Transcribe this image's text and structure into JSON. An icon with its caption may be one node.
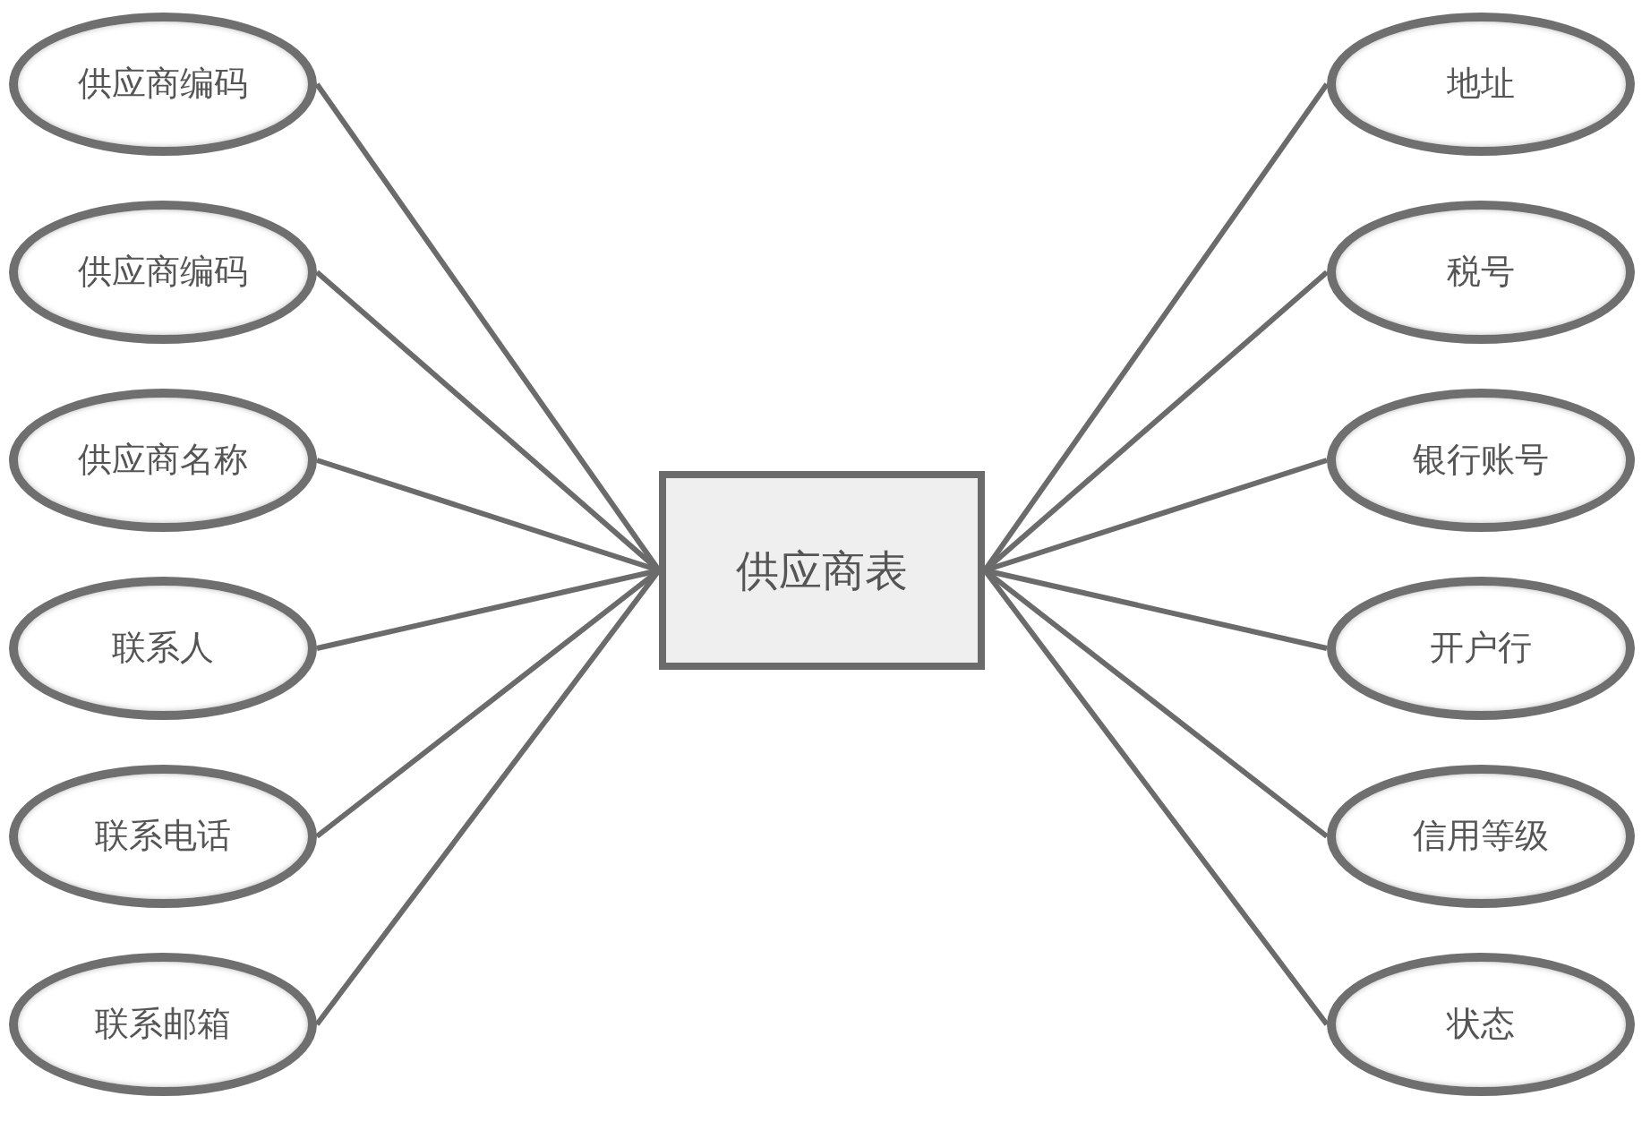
{
  "diagram": {
    "nodes": [
      {
        "text": [
          "供应商表"
        ]
      },
      {
        "text": [
          "供应商编码"
        ]
      },
      {
        "text": [
          "供应商编码"
        ]
      },
      {
        "text": [
          "供应商名称"
        ]
      },
      {
        "text": [
          "联系人"
        ]
      },
      {
        "text": [
          "联系电话"
        ]
      },
      {
        "text": [
          "联系邮箱"
        ]
      },
      {
        "text": [
          "地址"
        ]
      },
      {
        "text": [
          "税号"
        ]
      },
      {
        "text": [
          "银行账号"
        ]
      },
      {
        "text": [
          "开户行"
        ]
      },
      {
        "text": [
          "信用等级"
        ]
      },
      {
        "text": [
          "状态"
        ]
      }
    ],
    "edges": [
      {
        "from": 0,
        "to": 1,
        "arrow": "none"
      },
      {
        "from": 0,
        "to": 2,
        "arrow": "none"
      },
      {
        "from": 0,
        "to": 3,
        "arrow": "none"
      },
      {
        "from": 0,
        "to": 4,
        "arrow": "none"
      },
      {
        "from": 0,
        "to": 5,
        "arrow": "none"
      },
      {
        "from": 0,
        "to": 6,
        "arrow": "none"
      },
      {
        "from": 0,
        "to": 7,
        "arrow": "none"
      },
      {
        "from": 0,
        "to": 8,
        "arrow": "none"
      },
      {
        "from": 0,
        "to": 9,
        "arrow": "none"
      },
      {
        "from": 0,
        "to": 10,
        "arrow": "none"
      },
      {
        "from": 0,
        "to": 11,
        "arrow": "none"
      },
      {
        "from": 0,
        "to": 12,
        "arrow": "none"
      }
    ]
  }
}
